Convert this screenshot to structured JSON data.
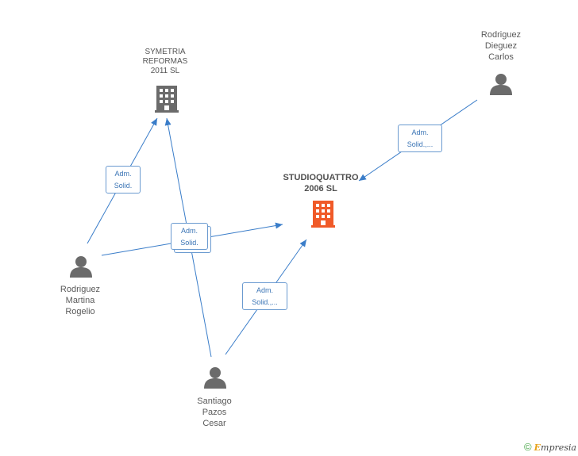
{
  "nodes": {
    "company_main": {
      "label": "STUDIOQUATTRO\n2006 SL",
      "color": "#f05a28"
    },
    "company_symetria": {
      "label": "SYMETRIA\nREFORMAS\n2011 SL",
      "color": "#6b6b6b"
    },
    "person_carlos": {
      "label": "Rodriguez\nDieguez\nCarlos"
    },
    "person_rogelio": {
      "label": "Rodriguez\nMartina\nRogelio"
    },
    "person_cesar": {
      "label": "Santiago\nPazos\nCesar"
    }
  },
  "edge_labels": {
    "carlos_main": "Adm.\nSolid.,...",
    "rogelio_symetria": "Adm.\nSolid.",
    "stacked": "Adm.\nSolid.",
    "cesar_main": "Adm.\nSolid.,..."
  },
  "colors": {
    "edge": "#3a7dc9",
    "person": "#6b6b6b"
  },
  "footer": {
    "copyright": "©",
    "brand_initial": "E",
    "brand_rest": "mpresia"
  }
}
